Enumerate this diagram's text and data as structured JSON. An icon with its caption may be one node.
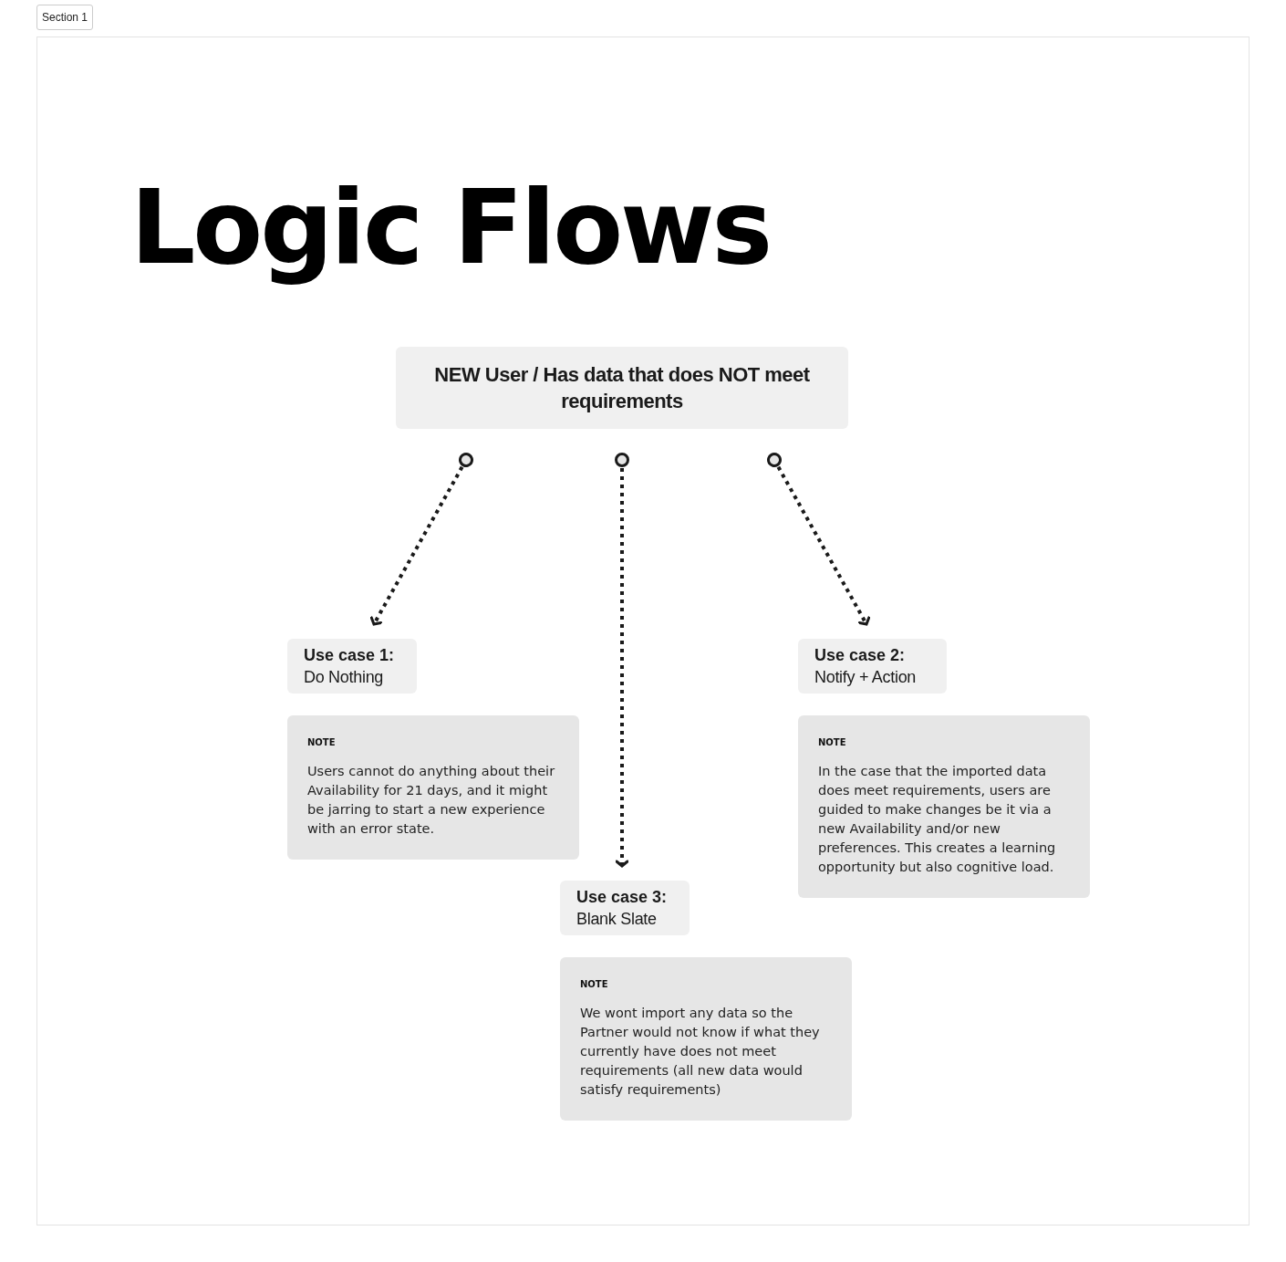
{
  "diagram": {
    "title": "Logic Flows",
    "nodes": [
      {
        "text": [
          "NEW User / Has data that does NOT meet requirements"
        ]
      },
      {
        "text": [
          "Use case 1:",
          "Do Nothing"
        ]
      },
      {
        "text": [
          "Use case 2:",
          "Notify + Action"
        ]
      },
      {
        "text": [
          "NOTE",
          "Users cannot do anything about their Availability for 21 days, and it might be jarring to start a new experience with an error state."
        ]
      },
      {
        "text": [
          "NOTE",
          "In the case that the imported data does meet requirements, users are guided to make changes be it via a new Availability and/or new preferences. This creates a learning opportunity but also cognitive load."
        ]
      },
      {
        "text": [
          "Use case 3:",
          "Blank Slate"
        ]
      },
      {
        "text": [
          "NOTE",
          "We wont import any data so the Partner would not know if what they currently have does not meet requirements (all new data would satisfy requirements)"
        ]
      }
    ],
    "edges": [
      {
        "from": 0,
        "to": 1,
        "arrow": "to",
        "style": "dashed"
      },
      {
        "from": 0,
        "to": 5,
        "arrow": "to",
        "style": "dashed"
      },
      {
        "from": 0,
        "to": 2,
        "arrow": "to",
        "style": "dashed"
      }
    ],
    "labels": [
      "Section 1"
    ]
  }
}
